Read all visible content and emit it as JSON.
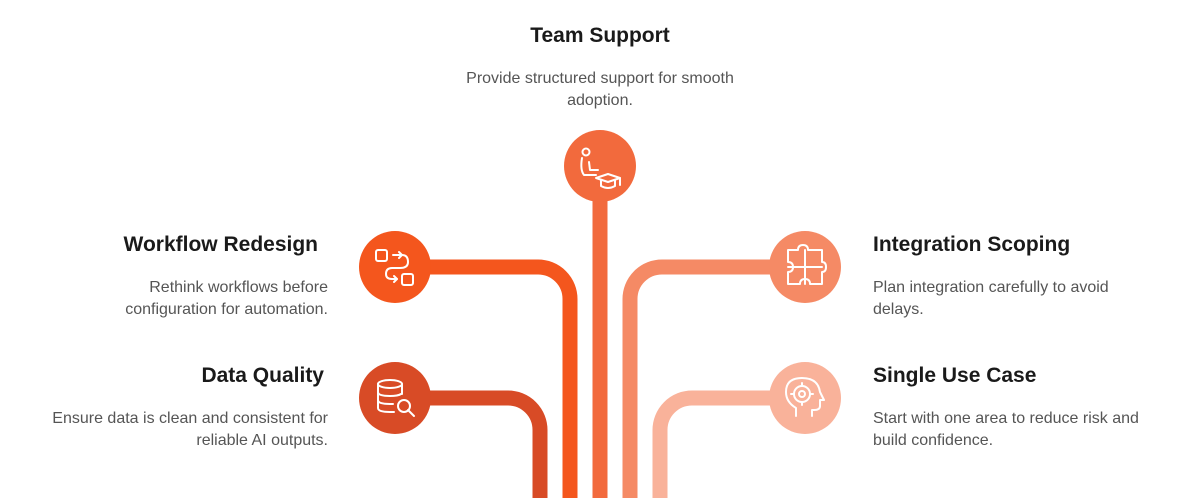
{
  "colors": {
    "team_support": "#f26a3d",
    "workflow_redesign": "#f4561d",
    "data_quality": "#d84b26",
    "integration_scoping": "#f58a65",
    "single_use_case": "#f9b29a"
  },
  "nodes": {
    "team_support": {
      "title": "Team Support",
      "description": "Provide structured support for smooth adoption.",
      "icon": "person-graduation-cap-icon"
    },
    "workflow_redesign": {
      "title": "Workflow Redesign",
      "description": "Rethink workflows before configuration for automation.",
      "icon": "workflow-arrows-icon"
    },
    "data_quality": {
      "title": "Data Quality",
      "description": "Ensure data is clean and consistent for reliable AI outputs.",
      "icon": "database-search-icon"
    },
    "integration_scoping": {
      "title": "Integration Scoping",
      "description": "Plan integration carefully to avoid delays.",
      "icon": "puzzle-icon"
    },
    "single_use_case": {
      "title": "Single Use Case",
      "description": "Start with one area to reduce risk and build confidence.",
      "icon": "head-target-icon"
    }
  }
}
